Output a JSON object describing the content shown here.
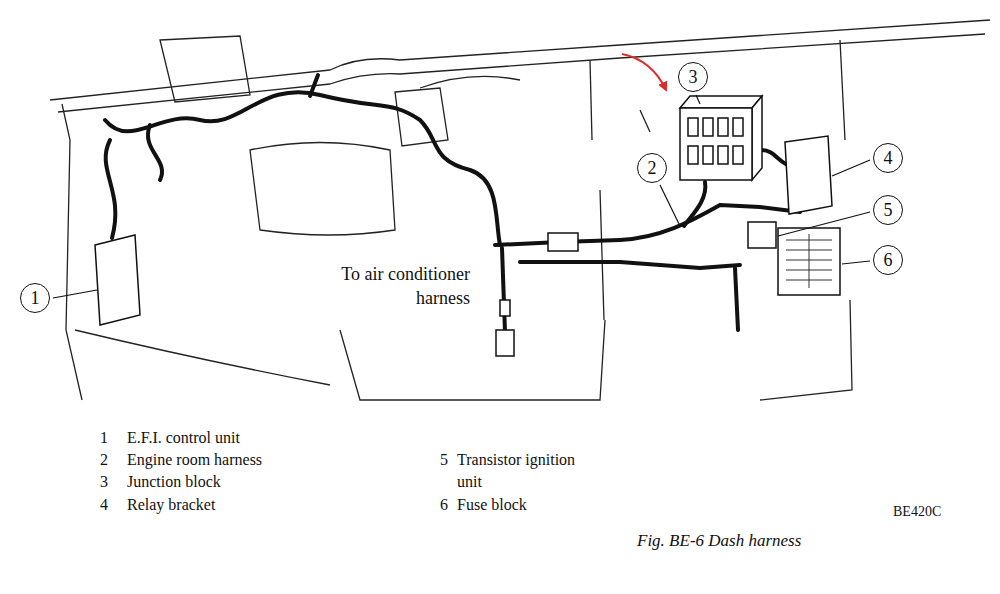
{
  "diagram": {
    "caption": "Fig. BE-6 Dash harness",
    "nodes": [
      {
        "text": [
          "3"
        ]
      },
      {
        "text": [
          "4"
        ]
      },
      {
        "text": [
          "2"
        ]
      },
      {
        "text": [
          "5"
        ]
      },
      {
        "text": [
          "6"
        ]
      },
      {
        "text": [
          "1"
        ]
      }
    ],
    "labels": [
      "To air conditioner harness",
      "1",
      "E.F.I. control unit",
      "2",
      "Engine room harness",
      "3",
      "Junction block",
      "4",
      "Relay bracket",
      "5",
      "Transistor ignition unit",
      "6",
      "Fuse block",
      "BE420C"
    ]
  }
}
